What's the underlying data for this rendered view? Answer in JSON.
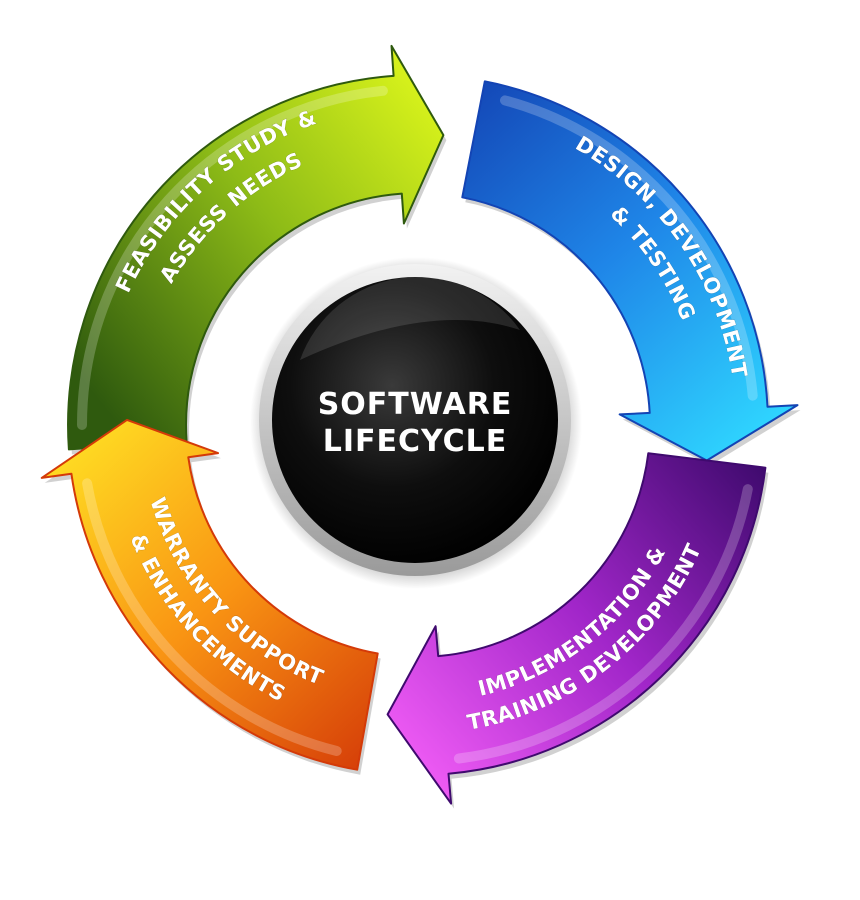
{
  "center": {
    "line1": "SOFTWARE",
    "line2": "LIFECYCLE"
  },
  "stages": [
    {
      "id": "feasibility",
      "line1": "FEASIBILITY STUDY &",
      "line2": "ASSESS NEEDS",
      "color_light": "#d7f21b",
      "color_dark": "#2f5a0e"
    },
    {
      "id": "design",
      "line1": "DESIGN, DEVELOPMENT",
      "line2": "& TESTING",
      "color_light": "#2fd6ff",
      "color_dark": "#1344b4"
    },
    {
      "id": "implementation",
      "line1": "IMPLEMENTATION &",
      "line2": "TRAINING DEVELOPMENT",
      "color_light": "#f05cf5",
      "color_dark": "#3f0a6e"
    },
    {
      "id": "warranty",
      "line1": "WARRANTY SUPPORT",
      "line2": "& ENHANCEMENTS",
      "color_light": "#ffe224",
      "color_dark": "#d43a08"
    }
  ]
}
